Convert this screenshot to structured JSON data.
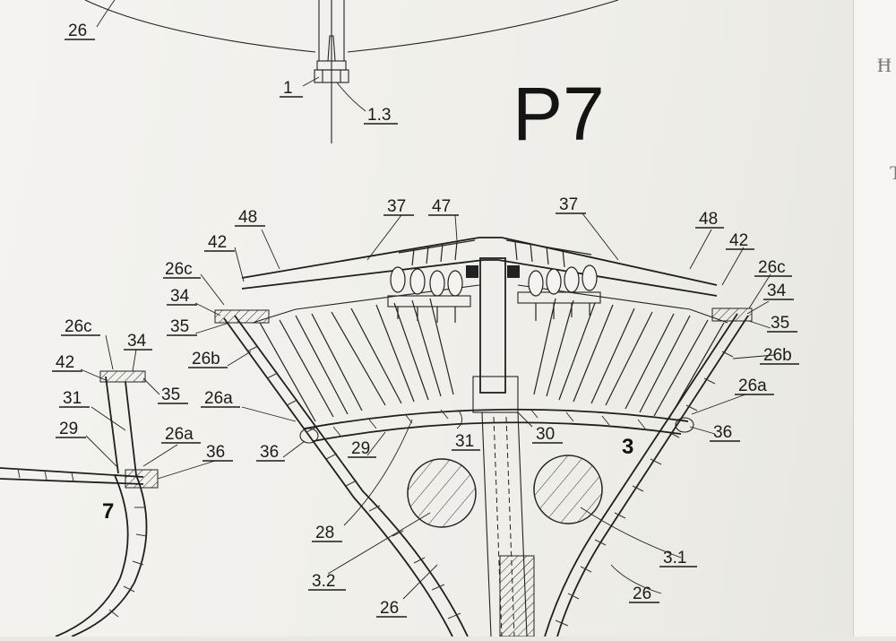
{
  "sheet_title": "P7",
  "edge_glyphs": [
    "Ħ",
    "T"
  ],
  "section_numbers": {
    "main_frame": "3",
    "side_frame": "7"
  },
  "labels": {
    "top_26": "26",
    "top_1": "1",
    "top_1_3": "1.3",
    "l_48": "48",
    "l_42": "42",
    "l_26c": "26c",
    "l_34": "34",
    "l_35": "35",
    "l_26b": "26b",
    "l_26a": "26a",
    "l_36": "36",
    "l_29": "29",
    "l_31": "31",
    "l_30": "30",
    "l_28": "28",
    "l_3_2": "3.2",
    "l_26_bottom": "26",
    "c_37": "37",
    "c_47": "47",
    "r_37": "37",
    "r_48": "48",
    "r_42": "42",
    "r_26c": "26c",
    "r_34": "34",
    "r_35": "35",
    "r_26b": "26b",
    "r_26a": "26a",
    "r_36": "36",
    "r_3_1": "3.1",
    "r_26_bottom": "26",
    "s_26c": "26c",
    "s_34": "34",
    "s_42": "42",
    "s_35": "35",
    "s_31": "31",
    "s_29": "29",
    "s_26a": "26a",
    "s_36": "36"
  }
}
